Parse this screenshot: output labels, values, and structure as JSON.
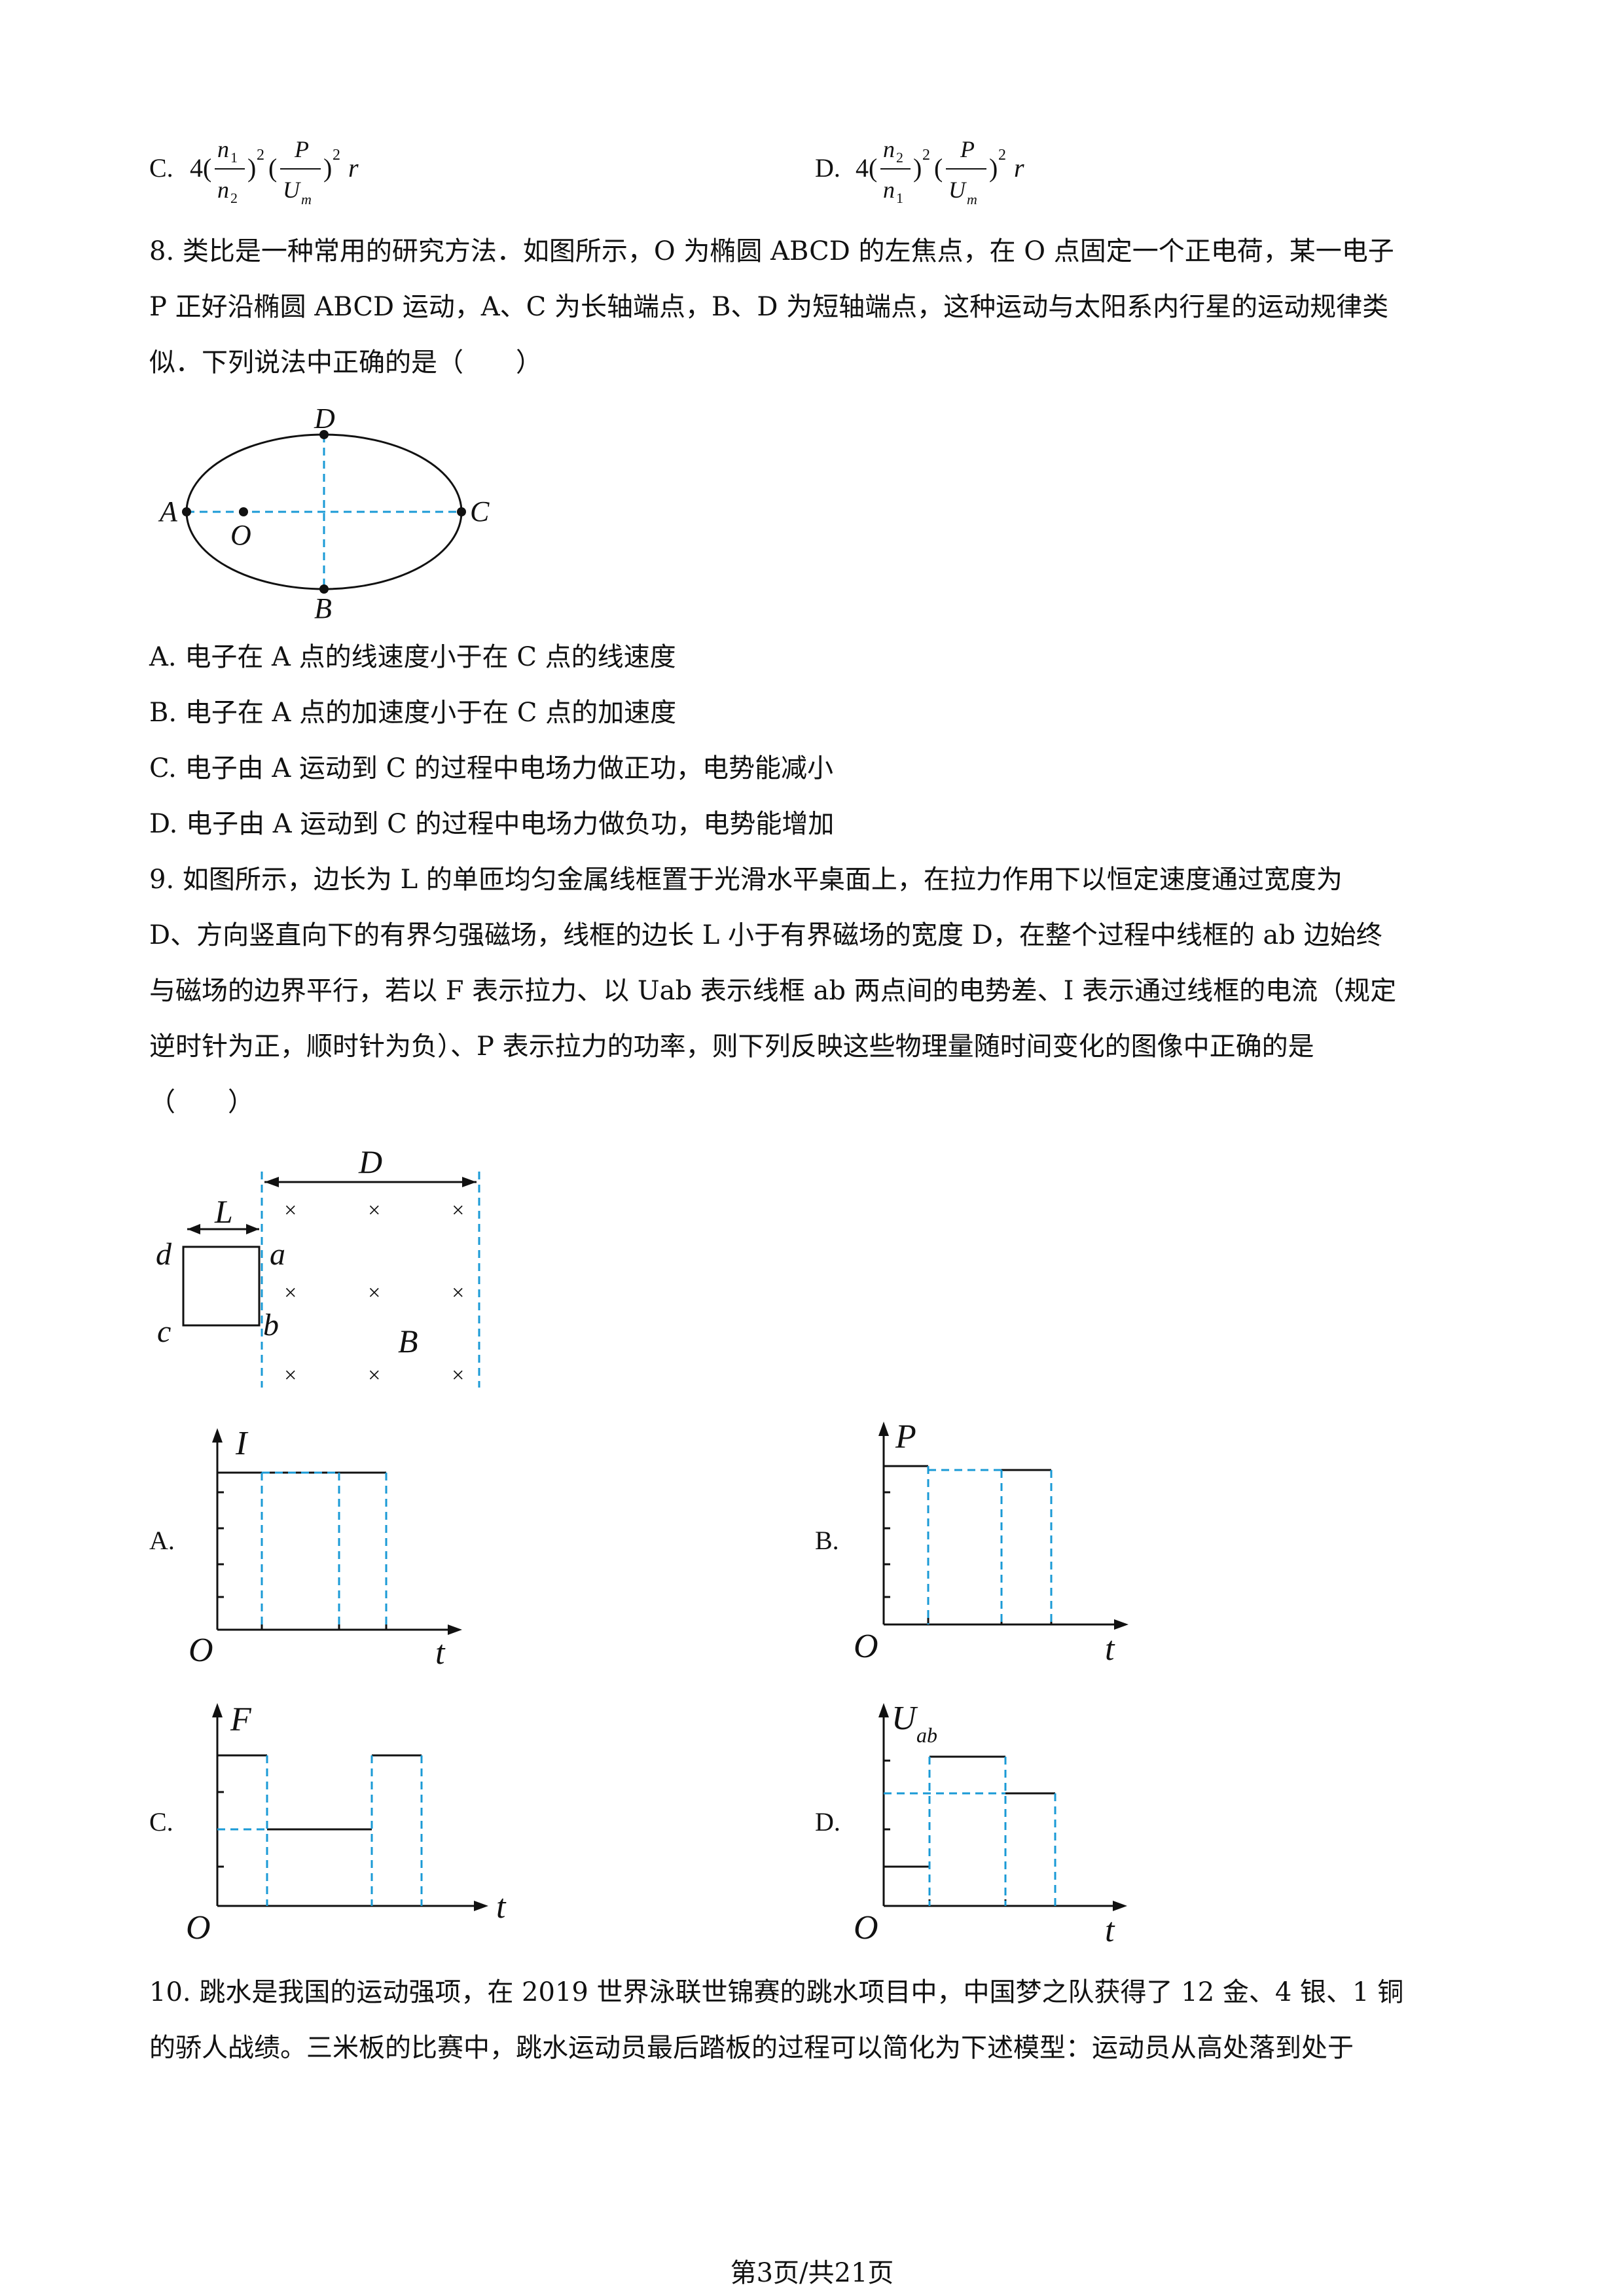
{
  "q7_options": {
    "c_label": "C.",
    "d_label": "D.",
    "c_num_top": "n",
    "c_num_top_sub": "1",
    "c_num_bot": "n",
    "c_num_bot_sub": "2",
    "d_num_top": "n",
    "d_num_top_sub": "2",
    "d_num_bot": "n",
    "d_num_bot_sub": "1",
    "coef": "4(",
    "close_sq": ")",
    "sq": "2",
    "open": "(",
    "p": "P",
    "u": "U",
    "u_sub": "m",
    "r": "r"
  },
  "q8": {
    "line1": "8. 类比是一种常用的研究方法．如图所示，O 为椭圆 ABCD 的左焦点，在 O 点固定一个正电荷，某一电子",
    "line2": "P 正好沿椭圆 ABCD 运动，A、C 为长轴端点，B、D 为短轴端点，这种运动与太阳系内行星的运动规律类",
    "line3": "似．下列说法中正确的是（　　）",
    "figure_labels": {
      "A": "A",
      "B": "B",
      "C": "C",
      "D": "D",
      "O": "O"
    },
    "options": [
      "A. 电子在 A 点的线速度小于在 C 点的线速度",
      "B. 电子在 A 点的加速度小于在 C 点的加速度",
      "C. 电子由 A 运动到 C 的过程中电场力做正功，电势能减小",
      "D. 电子由 A 运动到 C 的过程中电场力做负功，电势能增加"
    ]
  },
  "q9": {
    "line1": "9. 如图所示，边长为 L 的单匝均匀金属线框置于光滑水平桌面上，在拉力作用下以恒定速度通过宽度为",
    "line2": "D、方向竖直向下的有界匀强磁场，线框的边长 L 小于有界磁场的宽度 D，在整个过程中线框的 ab 边始终",
    "line3": "与磁场的边界平行，若以 F 表示拉力、以 Uab 表示线框 ab 两点间的电势差、I 表示通过线框的电流（规定",
    "line4": "逆时针为正，顺时针为负）、P 表示拉力的功率，则下列反映这些物理量随时间变化的图像中正确的是",
    "line5": "（　　）",
    "figure_labels": {
      "D": "D",
      "L": "L",
      "d": "d",
      "a": "a",
      "c": "c",
      "b": "b",
      "B": "B",
      "cross": "×"
    },
    "graph_labels": {
      "A": {
        "option": "A.",
        "y": "I",
        "origin": "O",
        "x": "t"
      },
      "B": {
        "option": "B.",
        "y": "P",
        "origin": "O",
        "x": "t"
      },
      "C": {
        "option": "C.",
        "y": "F",
        "origin": "O",
        "x": "t"
      },
      "D": {
        "option": "D.",
        "y": "U",
        "y_sub": "ab",
        "origin": "O",
        "x": "t"
      }
    }
  },
  "q10": {
    "line1": "10. 跳水是我国的运动强项，在 2019 世界泳联世锦赛的跳水项目中，中国梦之队获得了 12 金、4 银、1 铜",
    "line2": "的骄人战绩。三米板的比赛中，跳水运动员最后踏板的过程可以简化为下述模型：运动员从高处落到处于"
  },
  "footer": "第3页/共21页",
  "colors": {
    "dashed": "#1a9ad6",
    "ink": "#111111"
  }
}
